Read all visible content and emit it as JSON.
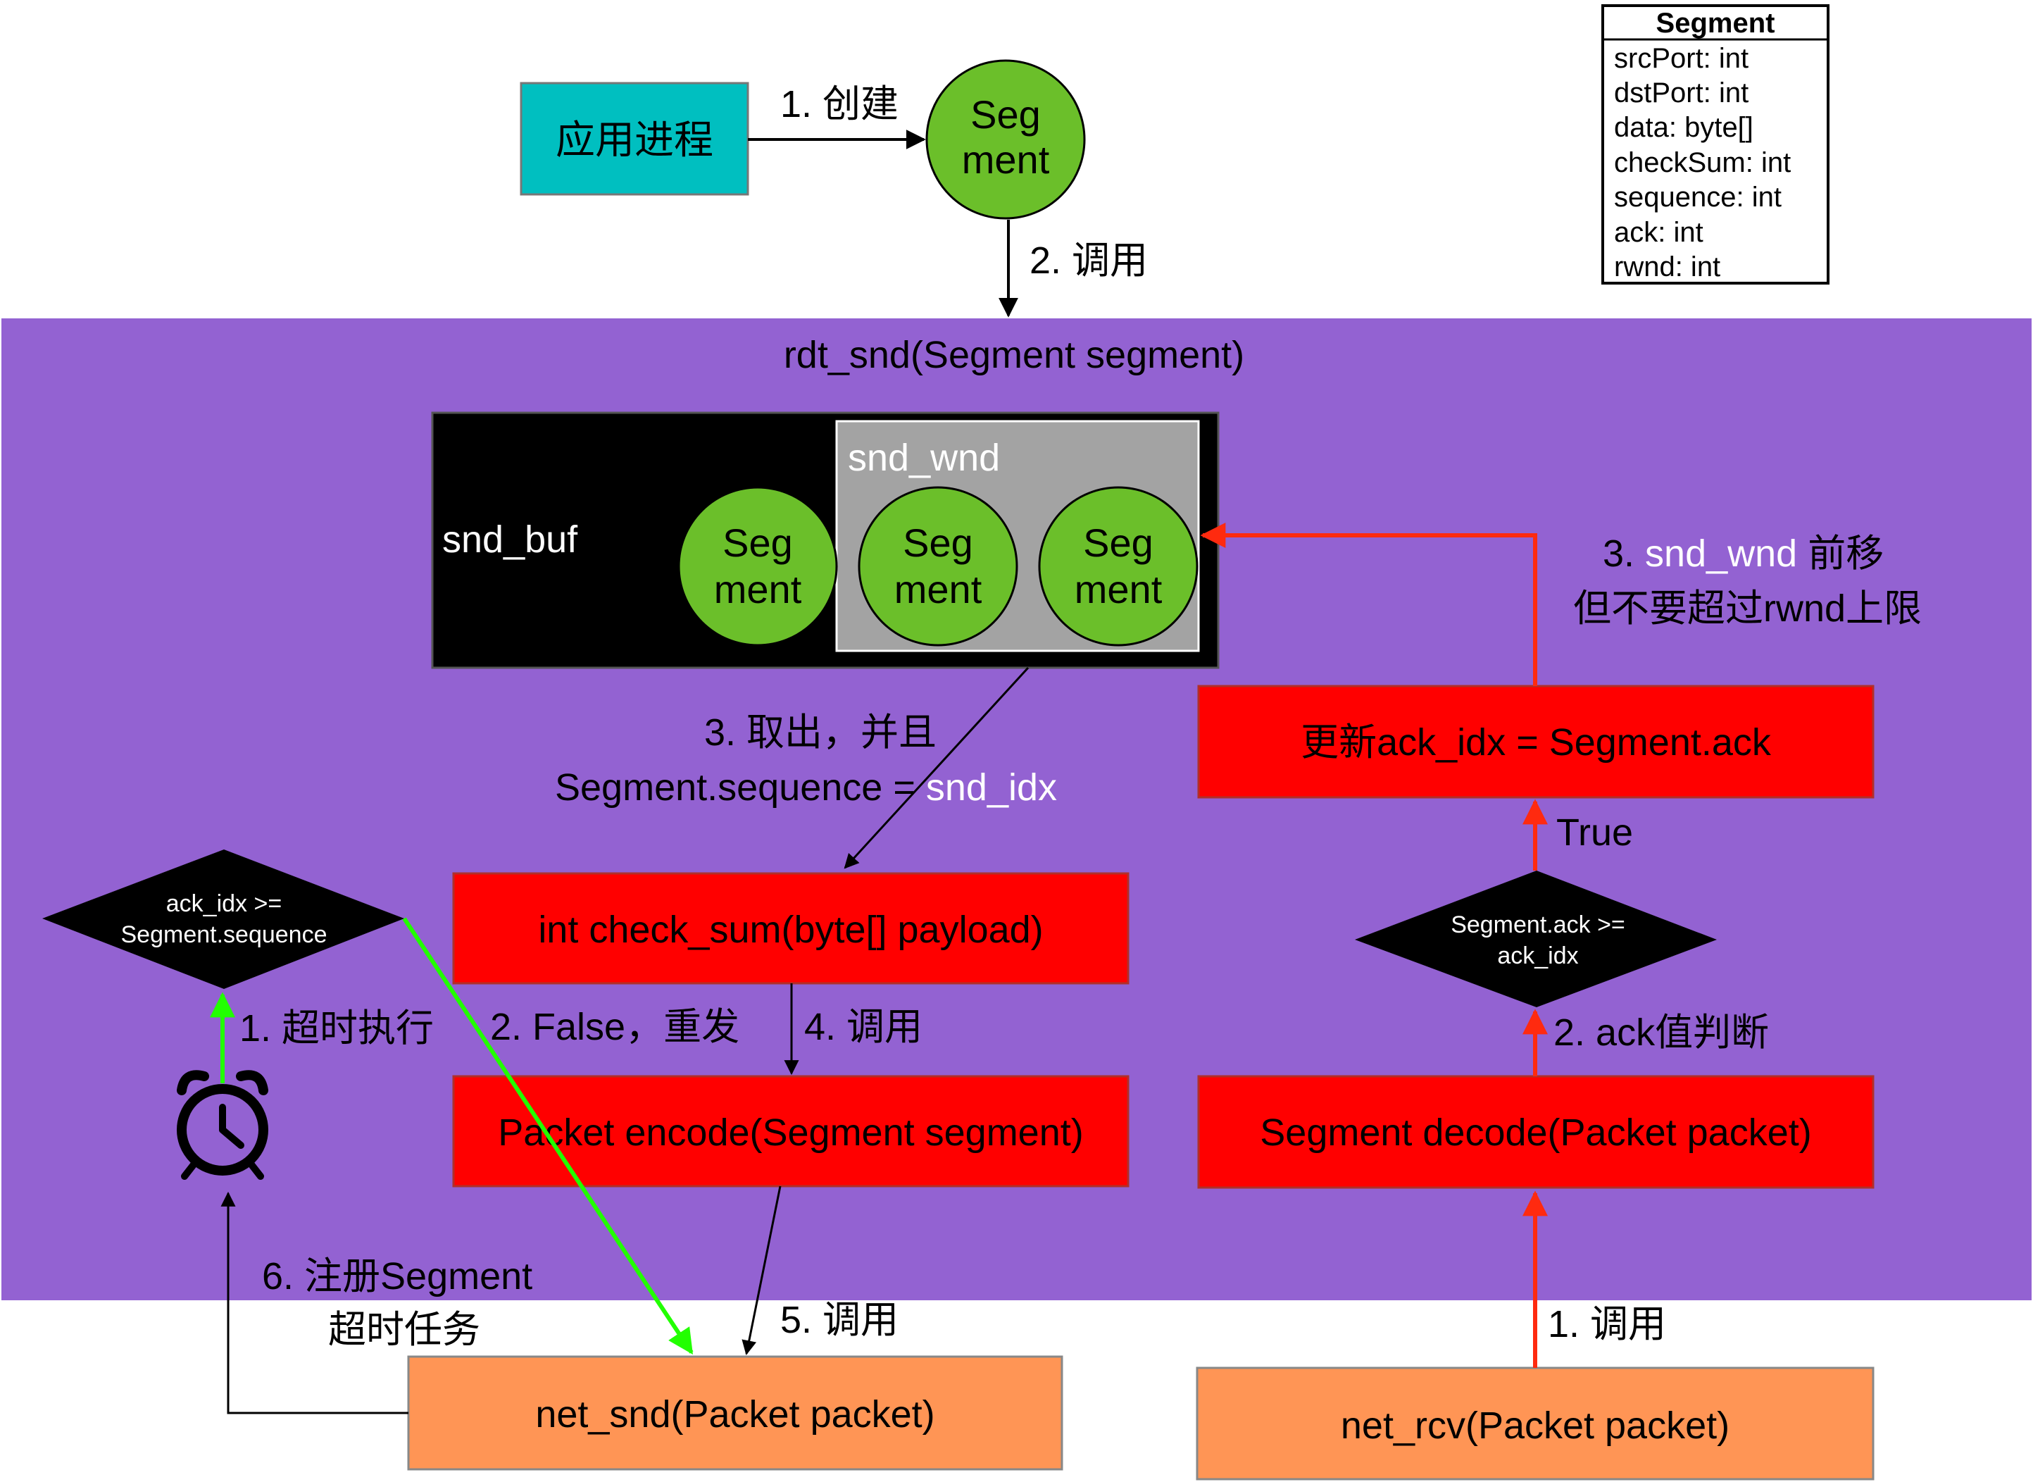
{
  "colors": {
    "purple": "#9362D2",
    "teal": "#00BFC0",
    "green": "#6BBF2A",
    "red": "#FF0000",
    "orange": "#FF9555",
    "gray": "#A3A3A3",
    "black": "#000000",
    "bright_green": "#22FF00",
    "arrow_red": "#FF2A0F"
  },
  "segment_class": {
    "title": "Segment",
    "fields": [
      "srcPort: int",
      "dstPort: int",
      "data: byte[]",
      "checkSum: int",
      "sequence: int",
      "ack: int",
      "rwnd: int"
    ]
  },
  "app": {
    "label": "应用进程",
    "create_label": "1. 创建",
    "call_label": "2. 调用"
  },
  "seg_circle": {
    "line1": "Seg",
    "line2": "ment"
  },
  "rdt": {
    "title": "rdt_snd(Segment segment)"
  },
  "buffer": {
    "snd_buf": "snd_buf",
    "snd_wnd": "snd_wnd"
  },
  "take_out": {
    "line1": "3. 取出，并且",
    "line2a": "Segment.sequence = ",
    "line2b": "snd_idx"
  },
  "wnd_move": {
    "line1a": "3. ",
    "line1b": "snd_wnd",
    "line1c": " 前移",
    "line2": "但不要超过rwnd上限"
  },
  "update_ack": {
    "a": "更新",
    "b": "ack_idx = Segment.ack"
  },
  "true_label": "True",
  "ack_decision": {
    "line1": "Segment.ack >=",
    "line2": "ack_idx"
  },
  "ack_check_label": "2. ack值判断",
  "decode": "Segment decode(Packet packet)",
  "call_1": "1. 调用",
  "net_rcv": "net_rcv(Packet packet)",
  "checksum": "int check_sum(byte[] payload)",
  "call_4": "4. 调用",
  "encode": "Packet encode(Segment segment)",
  "call_5": "5. 调用",
  "net_snd": "net_snd(Packet packet)",
  "timeout_decision": {
    "line1": "ack_idx >=",
    "line2": "Segment.sequence"
  },
  "timeout_exec": "1. 超时执行",
  "false_resend": "2. False，重发",
  "register": {
    "line1": "6. 注册Segment",
    "line2": "超时任务"
  },
  "clock_icon": "alarm-clock-icon"
}
